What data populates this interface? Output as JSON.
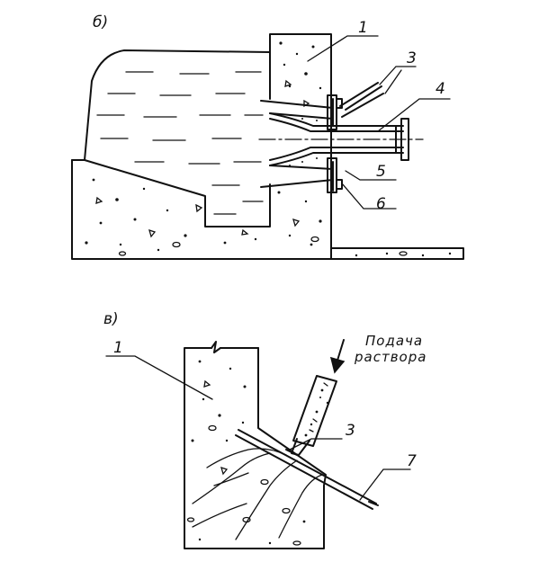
{
  "figure_b": {
    "label": "б)",
    "callouts": [
      "1",
      "3",
      "4",
      "5",
      "6"
    ]
  },
  "figure_v": {
    "label": "в)",
    "callouts": [
      "1",
      "3",
      "7"
    ],
    "supply_text_line1": "Подача",
    "supply_text_line2": "раствора"
  },
  "colors": {
    "ink": "#111111",
    "paper": "#ffffff"
  }
}
